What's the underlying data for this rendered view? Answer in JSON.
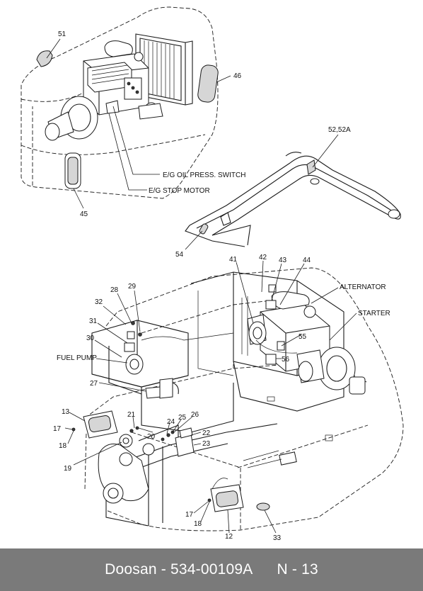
{
  "labels": {
    "l51": "51",
    "l46": "46",
    "l45": "45",
    "oil_press_switch": "E/G OIL PRESS. SWITCH",
    "stop_motor": "E/G STOP MOTOR",
    "l52": "52,52A",
    "l54": "54",
    "l41": "41",
    "l42": "42",
    "l43": "43",
    "l44": "44",
    "alternator": "ALTERNATOR",
    "starter": "STARTER",
    "l28": "28",
    "l29": "29",
    "l32": "32",
    "l31": "31",
    "l30": "30",
    "fuel_pump": "FUEL PUMP",
    "l55": "55",
    "l56": "56",
    "l27": "27",
    "l13": "13",
    "l21": "21",
    "l17a": "17",
    "l18a": "18",
    "l20": "20",
    "l24": "24",
    "l25": "25",
    "l26": "26",
    "l22": "22",
    "l23": "23",
    "l19": "19",
    "l17b": "17",
    "l18b": "18",
    "l12": "12",
    "l33": "33"
  },
  "footer": {
    "brand_part": "Doosan - 534-00109A",
    "page": "N - 13"
  }
}
